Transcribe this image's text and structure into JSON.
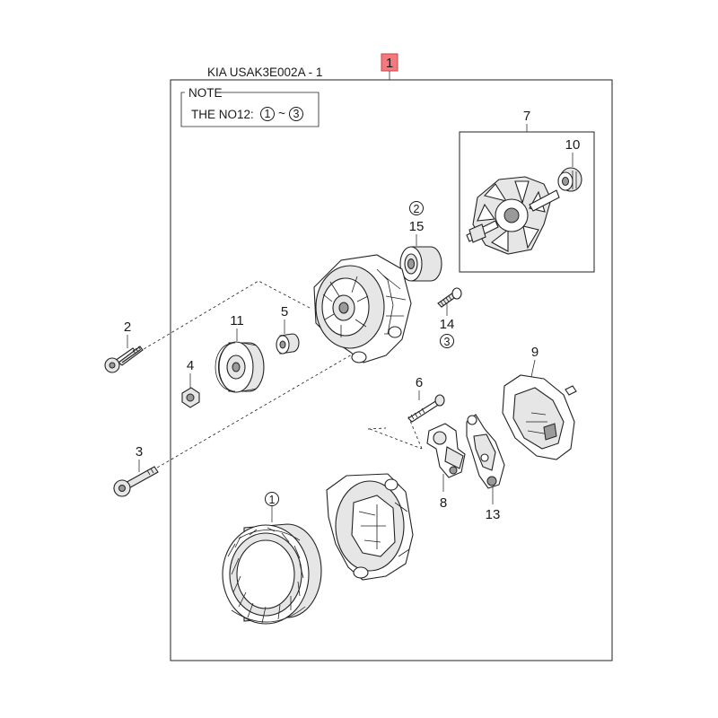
{
  "header": {
    "title": "KIA USAK3E002A - 1",
    "tag": "1",
    "tag_color": "#f07a80"
  },
  "note": {
    "heading": "NOTE",
    "prefix": "THE NO12:",
    "range_start": "1",
    "range_sep": "~",
    "range_end": "3"
  },
  "parts": {
    "p1": "1",
    "p2_bolt": "2",
    "p2_circled": "2",
    "p3_bolt": "3",
    "p3_circled": "3",
    "p4": "4",
    "p5": "5",
    "p6": "6",
    "p7": "7",
    "p8": "8",
    "p9": "9",
    "p10": "10",
    "p11": "11",
    "p13": "13",
    "p14": "14",
    "p15": "15"
  }
}
